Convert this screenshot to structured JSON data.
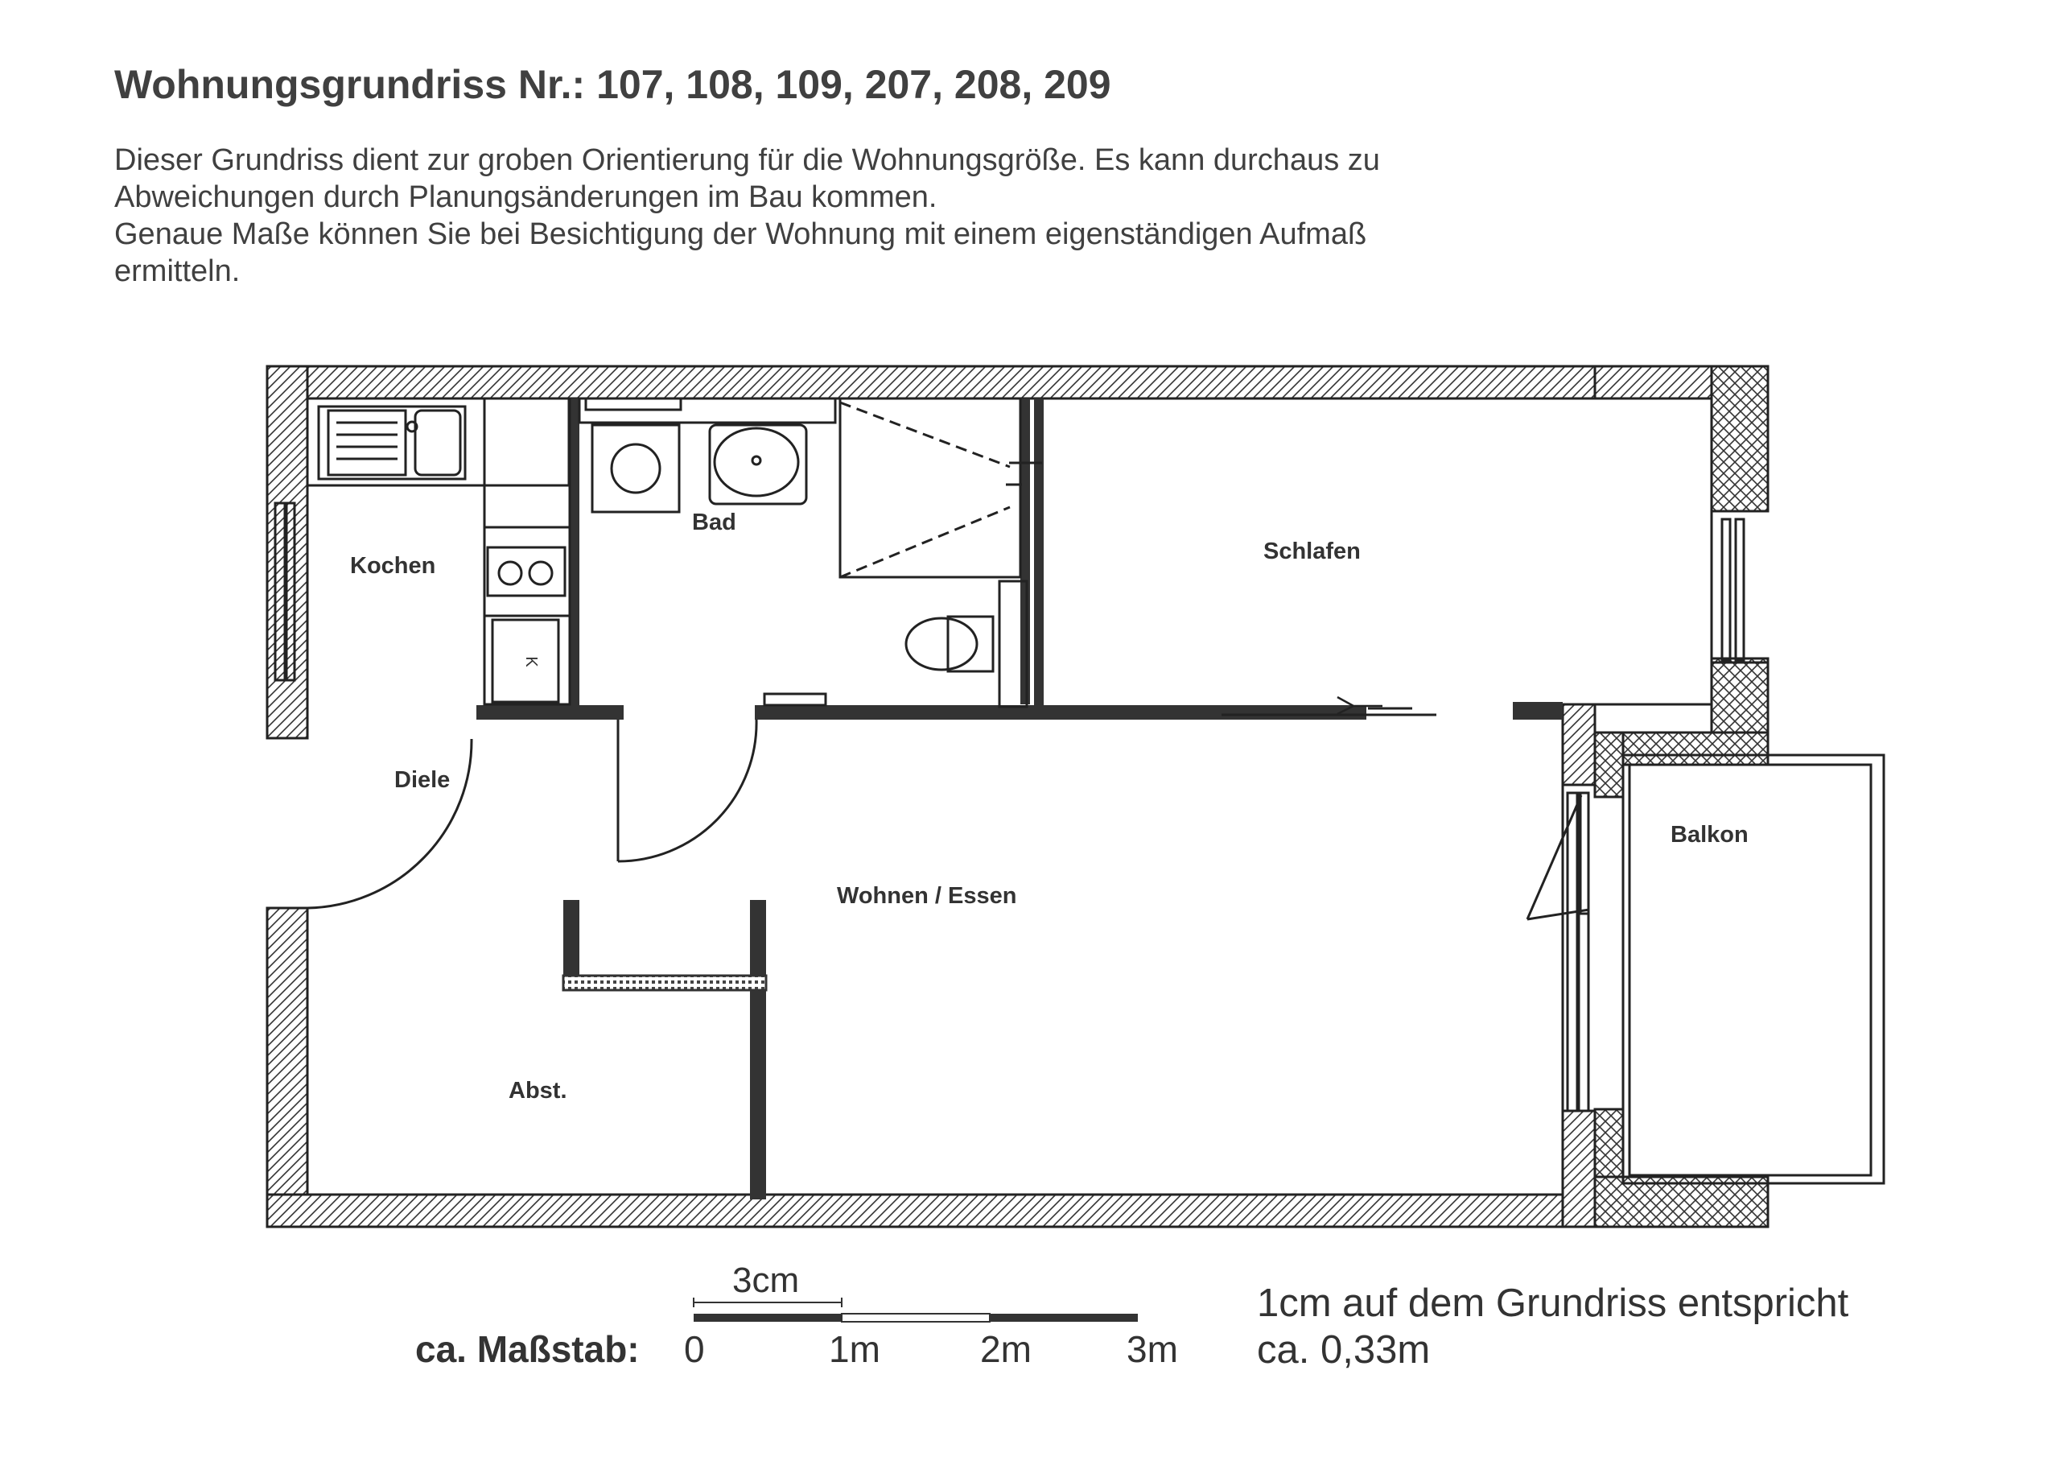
{
  "title": "Wohnungsgrundriss Nr.: 107, 108, 109, 207, 208, 209",
  "intro_lines": [
    "Dieser Grundriss dient zur groben Orientierung für die Wohnungsgröße. Es kann durchaus zu",
    "Abweichungen durch Planungsänderungen im Bau kommen.",
    "Genaue Maße können Sie bei Besichtigung der Wohnung mit einem eigenständigen Aufmaß",
    "ermitteln."
  ],
  "rooms": {
    "kochen": "Kochen",
    "bad": "Bad",
    "schlafen": "Schlafen",
    "diele": "Diele",
    "balkon": "Balkon",
    "wohnen": "Wohnen / Essen",
    "abst": "Abst."
  },
  "fridge_label": "K",
  "scale": {
    "segment_label": "3cm",
    "prefix": "ca. Maßstab:",
    "ticks": [
      "0",
      "1m",
      "2m",
      "3m"
    ]
  },
  "scale_note": [
    "1cm auf dem Grundriss entspricht",
    "ca. 0,33m"
  ]
}
